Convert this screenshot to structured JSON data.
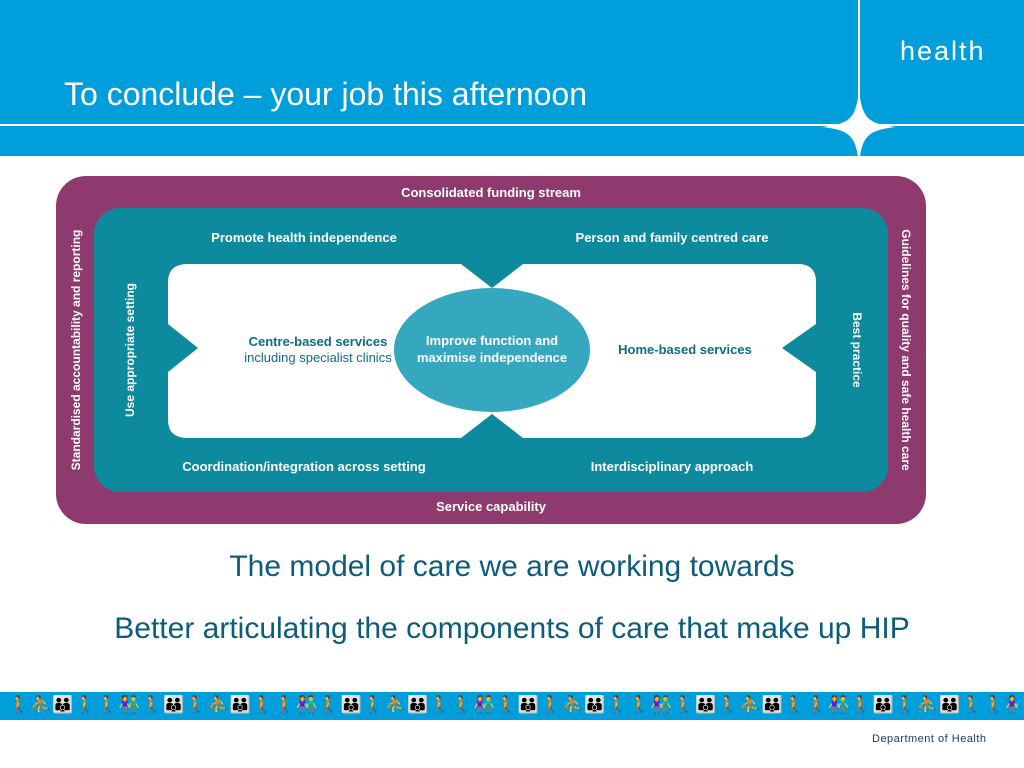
{
  "slide": {
    "title": "To conclude – your job this afternoon",
    "brand": "health"
  },
  "diagram": {
    "outer_top": "Consolidated funding stream",
    "outer_bottom": "Service capability",
    "outer_left": "Standardised accountability and reporting",
    "outer_right": "Guidelines for quality and safe health care",
    "inner_top_left": "Promote health independence",
    "inner_top_right": "Person and family centred care",
    "inner_bottom_left": "Coordination/integration across setting",
    "inner_bottom_right": "Interdisciplinary approach",
    "inner_left": "Use appropriate setting",
    "inner_right": "Best practice",
    "centre_based_line1": "Centre-based services",
    "centre_based_line2": "including specialist clinics",
    "home_based": "Home-based services",
    "core_line1": "Improve function and",
    "core_line2": "maximise independence"
  },
  "captions": {
    "line1": "The model of care we are working towards",
    "line2": "Better articulating the components of care that make up HIP"
  },
  "footer": {
    "people_strip": "🚶⛹👪🚶🚶👫🚶👪🚶⛹👪🚶🚶👫🚶👪🚶⛹👪🚶🚶👫🚶👪🚶⛹👪🚶🚶👫🚶👪🚶⛹👪🚶🚶👫🚶👪🚶⛹👪🚶🚶👫🚶👪🚶⛹👪🚶🚶👫🚶👪",
    "department": "Department of Health"
  },
  "colors": {
    "header_blue": "#009fdb",
    "outer_frame": "#8e3a6e",
    "teal": "#0d8a9e",
    "core": "#35a8bf",
    "text_teal": "#0c5c7a"
  }
}
